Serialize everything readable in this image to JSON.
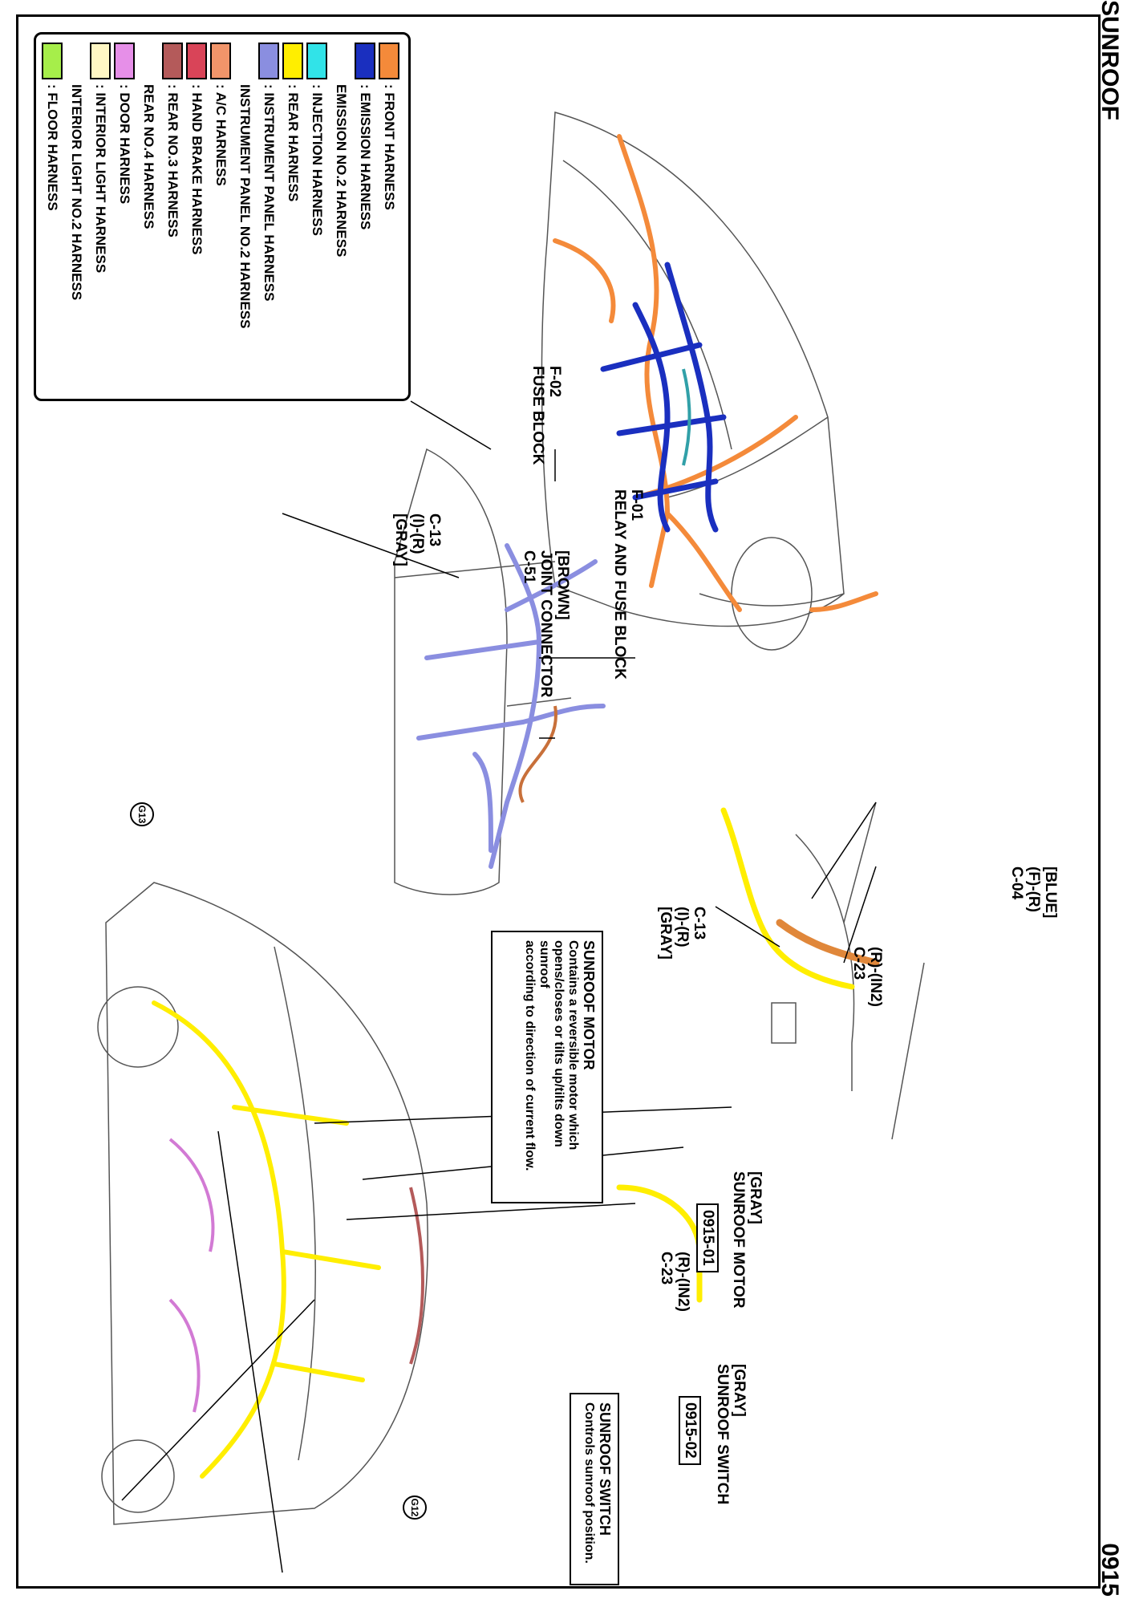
{
  "page": {
    "title": "SUNROOF",
    "page_number": "0915"
  },
  "legend": [
    {
      "label": ": FRONT HARNESS",
      "color": "#f48a3a"
    },
    {
      "label": ": EMISSION HARNESS",
      "color": "#1a2fbf"
    },
    {
      "label": "  EMISSION NO.2 HARNESS",
      "color": ""
    },
    {
      "label": ": INJECTION HARNESS",
      "color": "#31e3e8"
    },
    {
      "label": ": REAR HARNESS",
      "color": "#ffee00"
    },
    {
      "label": ": INSTRUMENT PANEL HARNESS",
      "color": "#8a8ee0"
    },
    {
      "label": "  INSTRUMENT PANEL NO.2 HARNESS",
      "color": ""
    },
    {
      "label": ": A/C HARNESS",
      "color": "#f1956a"
    },
    {
      "label": ": HAND BRAKE HARNESS",
      "color": "#d94458"
    },
    {
      "label": ": REAR NO.3 HARNESS",
      "color": "#b45a5a"
    },
    {
      "label": "  REAR NO.4 HARNESS",
      "color": ""
    },
    {
      "label": ": DOOR HARNESS",
      "color": "#e68fe8"
    },
    {
      "label": ": INTERIOR LIGHT HARNESS",
      "color": "#fff7c4"
    },
    {
      "label": "  INTERIOR LIGHT NO.2 HARNESS",
      "color": ""
    },
    {
      "label": ": FLOOR HARNESS",
      "color": "#a6ee4a"
    }
  ],
  "labels": {
    "f01": [
      "F-01",
      "RELAY AND FUSE BLOCK"
    ],
    "f02": [
      "F-02",
      "FUSE BLOCK"
    ],
    "c13a": [
      "C-13",
      "(I)-(R)",
      "[GRAY]"
    ],
    "c51": [
      "[BROWN]",
      "JOINT CONNECTOR",
      "C-51"
    ],
    "c13b": [
      "C-13",
      "(I)-(R)",
      "[GRAY]"
    ],
    "c23a": [
      "(R)-(IN2)",
      "C-23"
    ],
    "c04": [
      "[BLUE]",
      "(F)-(R)",
      "C-04"
    ],
    "motor": [
      "[GRAY]",
      "SUNROOF MOTOR"
    ],
    "motor_code": "0915-01",
    "c23b": [
      "(R)-(IN2)",
      "C-23"
    ],
    "switch": [
      "[GRAY]",
      "SUNROOF SWITCH"
    ],
    "switch_code": "0915-02",
    "g13": "G13",
    "g12": "G12"
  },
  "notes": {
    "motor": {
      "heading": "SUNROOF MOTOR",
      "lines": [
        "Contains a reversible motor which",
        "opens/closes or tilts up/tilts down sunroof",
        "according to direction of current flow."
      ]
    },
    "switch": {
      "heading": "SUNROOF SWITCH",
      "lines": [
        "Controls sunroof position."
      ]
    }
  }
}
